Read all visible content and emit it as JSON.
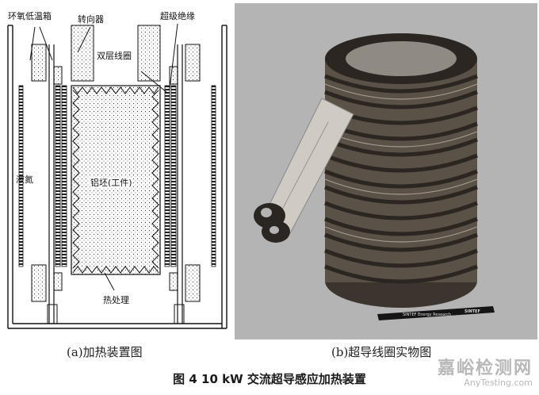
{
  "diagram": {
    "labels": {
      "epoxy_dewar": "环氧低温箱",
      "diverter": "转向器",
      "super_insulation": "超级绝缘",
      "double_coil": "双层线圈",
      "liquid_nitrogen": "液氮",
      "aluminum_billet": "铝坯(工件)",
      "heat_treatment": "热处理"
    }
  },
  "photo": {
    "pen_text": "SINTEF Energy Research",
    "logo_text": "SINTEF"
  },
  "captions": {
    "a": "(a)加热装置图",
    "b": "(b)超导线圈实物图"
  },
  "figure_title": "图 4  10 kW 交流超导感应加热装置",
  "watermark": {
    "cn": "嘉峪检测网",
    "en": "AnyTesting.com"
  },
  "colors": {
    "photo_bg": "#b4b4b4",
    "coil_dark": "#2b2621",
    "accent_line": "#111111"
  }
}
